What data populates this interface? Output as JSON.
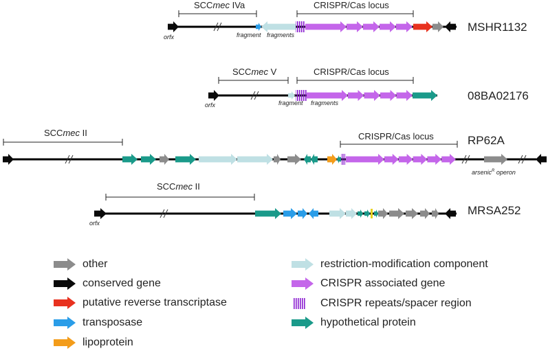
{
  "colors": {
    "other": "#8c8c8c",
    "conserved": "#0a0a0a",
    "reverse_transcriptase": "#e8321f",
    "transposase": "#2a9de8",
    "lipoprotein": "#f39c1a",
    "restriction": "#bfe0e4",
    "crispr_gene": "#c466ea",
    "repeats": "#8a1ed0",
    "hypothetical": "#1a9a8a"
  },
  "rows": [
    {
      "strain": "MSHR1132",
      "scc_label_prefix": "SCC",
      "scc_label_italic": "mec",
      "scc_label_suffix": "IVa",
      "crispr_label": "CRISPR/Cas locus",
      "annotations": [
        "orfx",
        "fragment",
        "fragments"
      ]
    },
    {
      "strain": "08BA02176",
      "scc_label_prefix": "SCC",
      "scc_label_italic": "mec",
      "scc_label_suffix": "V",
      "crispr_label": "CRISPR/Cas locus",
      "annotations": [
        "orfx",
        "fragment",
        "fragments"
      ]
    },
    {
      "strain": "RP62A",
      "scc_label_prefix": "SCC",
      "scc_label_italic": "mec",
      "scc_label_suffix": "II",
      "crispr_label": "CRISPR/Cas locus",
      "annotations": [
        "arsenic",
        "R",
        "operon"
      ]
    },
    {
      "strain": "MRSA252",
      "scc_label_prefix": "SCC",
      "scc_label_italic": "mec",
      "scc_label_suffix": "II",
      "crispr_label": "",
      "annotations": [
        "orfx"
      ]
    }
  ],
  "legend": [
    {
      "label": "other",
      "color_key": "other",
      "style": "arrow"
    },
    {
      "label": "conserved gene",
      "color_key": "conserved",
      "style": "arrow"
    },
    {
      "label": "putative reverse transcriptase",
      "color_key": "reverse_transcriptase",
      "style": "arrow"
    },
    {
      "label": "transposase",
      "color_key": "transposase",
      "style": "arrow"
    },
    {
      "label": "lipoprotein",
      "color_key": "lipoprotein",
      "style": "arrow"
    },
    {
      "label": "restriction-modification component",
      "color_key": "restriction",
      "style": "arrow"
    },
    {
      "label": "CRISPR associated gene",
      "color_key": "crispr_gene",
      "style": "arrow"
    },
    {
      "label": "CRISPR repeats/spacer region",
      "color_key": "repeats",
      "style": "stripes"
    },
    {
      "label": "hypothetical protein",
      "color_key": "hypothetical",
      "style": "arrow"
    }
  ]
}
